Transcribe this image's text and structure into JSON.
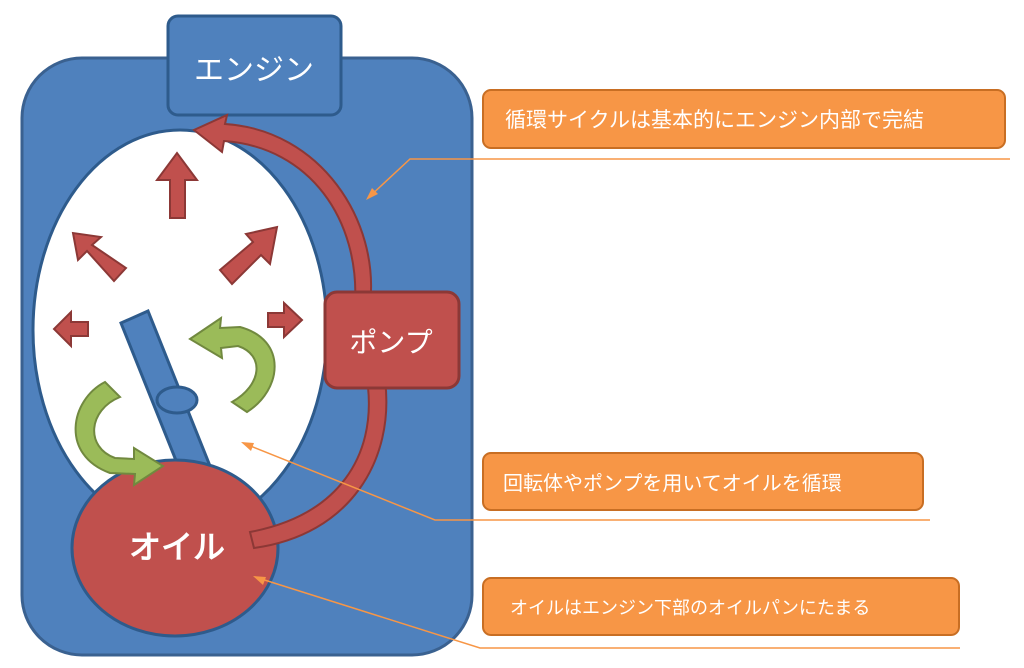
{
  "engine_label": "エンジン",
  "pump_label": "ポンプ",
  "oil_label": "オイル",
  "callouts": {
    "cycle": "循環サイクルは基本的にエンジン内部で完結",
    "rotor": "回転体やポンプを用いてオイルを循環",
    "oil_pan": "オイルはエンジン下部のオイルパンにたまる"
  },
  "colors": {
    "engine_blue": "#4f81bd",
    "red_fill": "#c0504d",
    "green_fill": "#9bbb59",
    "orange_fill": "#f79646"
  }
}
